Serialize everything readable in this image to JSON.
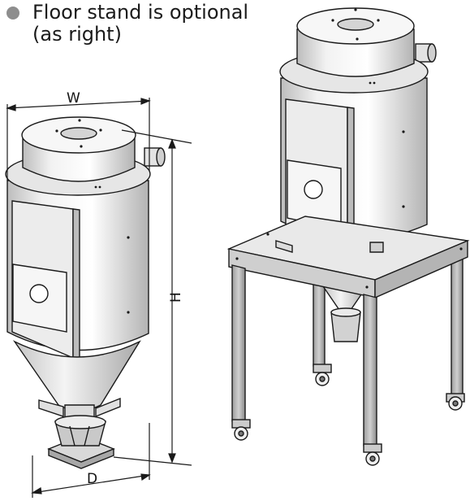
{
  "caption": {
    "line1": "Floor stand is optional",
    "line2": "(as right)"
  },
  "dimensions": {
    "width_label": "W",
    "height_label": "H",
    "depth_label": "D"
  },
  "colors": {
    "bullet": "#8e8e8e",
    "outline": "#1a1a1a",
    "metal_light": "#f4f4f4",
    "metal_mid": "#d8d8d8",
    "metal_dark": "#a8a8a8"
  }
}
